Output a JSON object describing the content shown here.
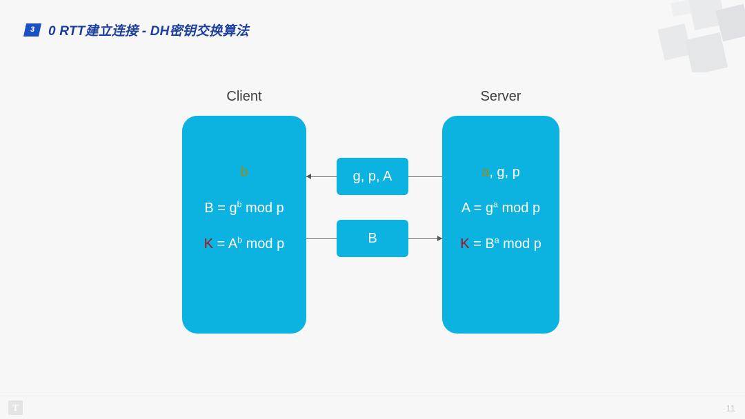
{
  "slide": {
    "background_color": "#f7f7f7",
    "accent_color": "#0cb2e0",
    "title_color": "#1c3f9e",
    "badge_color": "#1b4fc4"
  },
  "header": {
    "badge_number": "3",
    "title": "0 RTT建立连接 - DH密钥交换算法"
  },
  "diagram": {
    "client": {
      "label": "Client",
      "secret": "b",
      "lines": [
        {
          "prefix": "B = g",
          "sup": "b",
          "suffix": " mod p"
        },
        {
          "prefix": "K = A",
          "sup": "b",
          "suffix": " mod p",
          "key": "K",
          "rest_prefix": " = A",
          "key_color": "#a4111f"
        }
      ],
      "line2_text": "B = g{sup} mod p",
      "line3_text": "K = A{sup} mod p"
    },
    "server": {
      "label": "Server",
      "secret": "a",
      "secret_suffix": ", g, p",
      "line2_text": "A = g{sup} mod p",
      "line3_text": "K = B{sup} mod p"
    },
    "messages": [
      {
        "text": "g, p, A",
        "direction": "server-to-client"
      },
      {
        "text": "B",
        "direction": "client-to-server"
      }
    ],
    "colors": {
      "secret_color": "#9c8a16",
      "key_color": "#a4111f",
      "formula_color": "#ffffff"
    }
  },
  "footer": {
    "logo_glyph": "T",
    "page_number": "11"
  }
}
